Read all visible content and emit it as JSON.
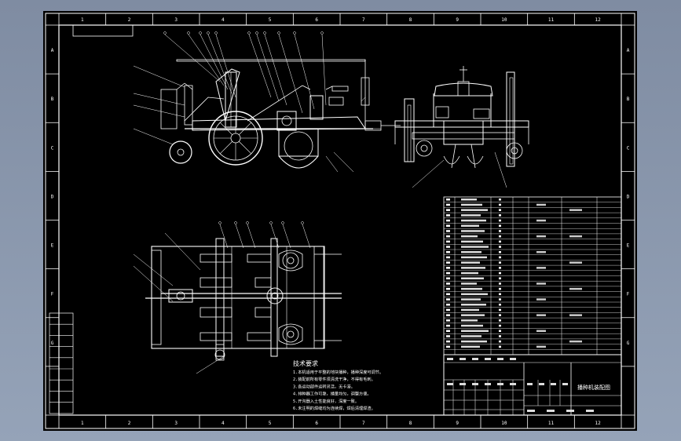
{
  "border": {
    "top_numbers": [
      "1",
      "2",
      "3",
      "4",
      "5",
      "6",
      "7",
      "8",
      "9",
      "10",
      "11",
      "12"
    ],
    "bottom_numbers": [
      "1",
      "2",
      "3",
      "4",
      "5",
      "6",
      "7",
      "8",
      "9",
      "10",
      "11",
      "12"
    ],
    "left_letters": [
      "A",
      "B",
      "C",
      "D",
      "E",
      "F",
      "G"
    ],
    "right_letters": [
      "A",
      "B",
      "C",
      "D",
      "E",
      "F",
      "G"
    ]
  },
  "notes": {
    "title": "技术要求",
    "lines": [
      "1.本机适用于平整的地块播种，播种深度可调节。",
      "2.装配前所有零件须清洗干净，不得有毛刺。",
      "3.各运动部件运转灵活，无卡滞。",
      "4.排种器工作可靠，播量均匀，调整方便。",
      "5.开沟器入土性能良好，深度一致。",
      "6.未注明的焊缝均为连续焊，焊后清理焊渣。"
    ]
  },
  "title_block": {
    "drawing_name": "播种机装配图"
  }
}
